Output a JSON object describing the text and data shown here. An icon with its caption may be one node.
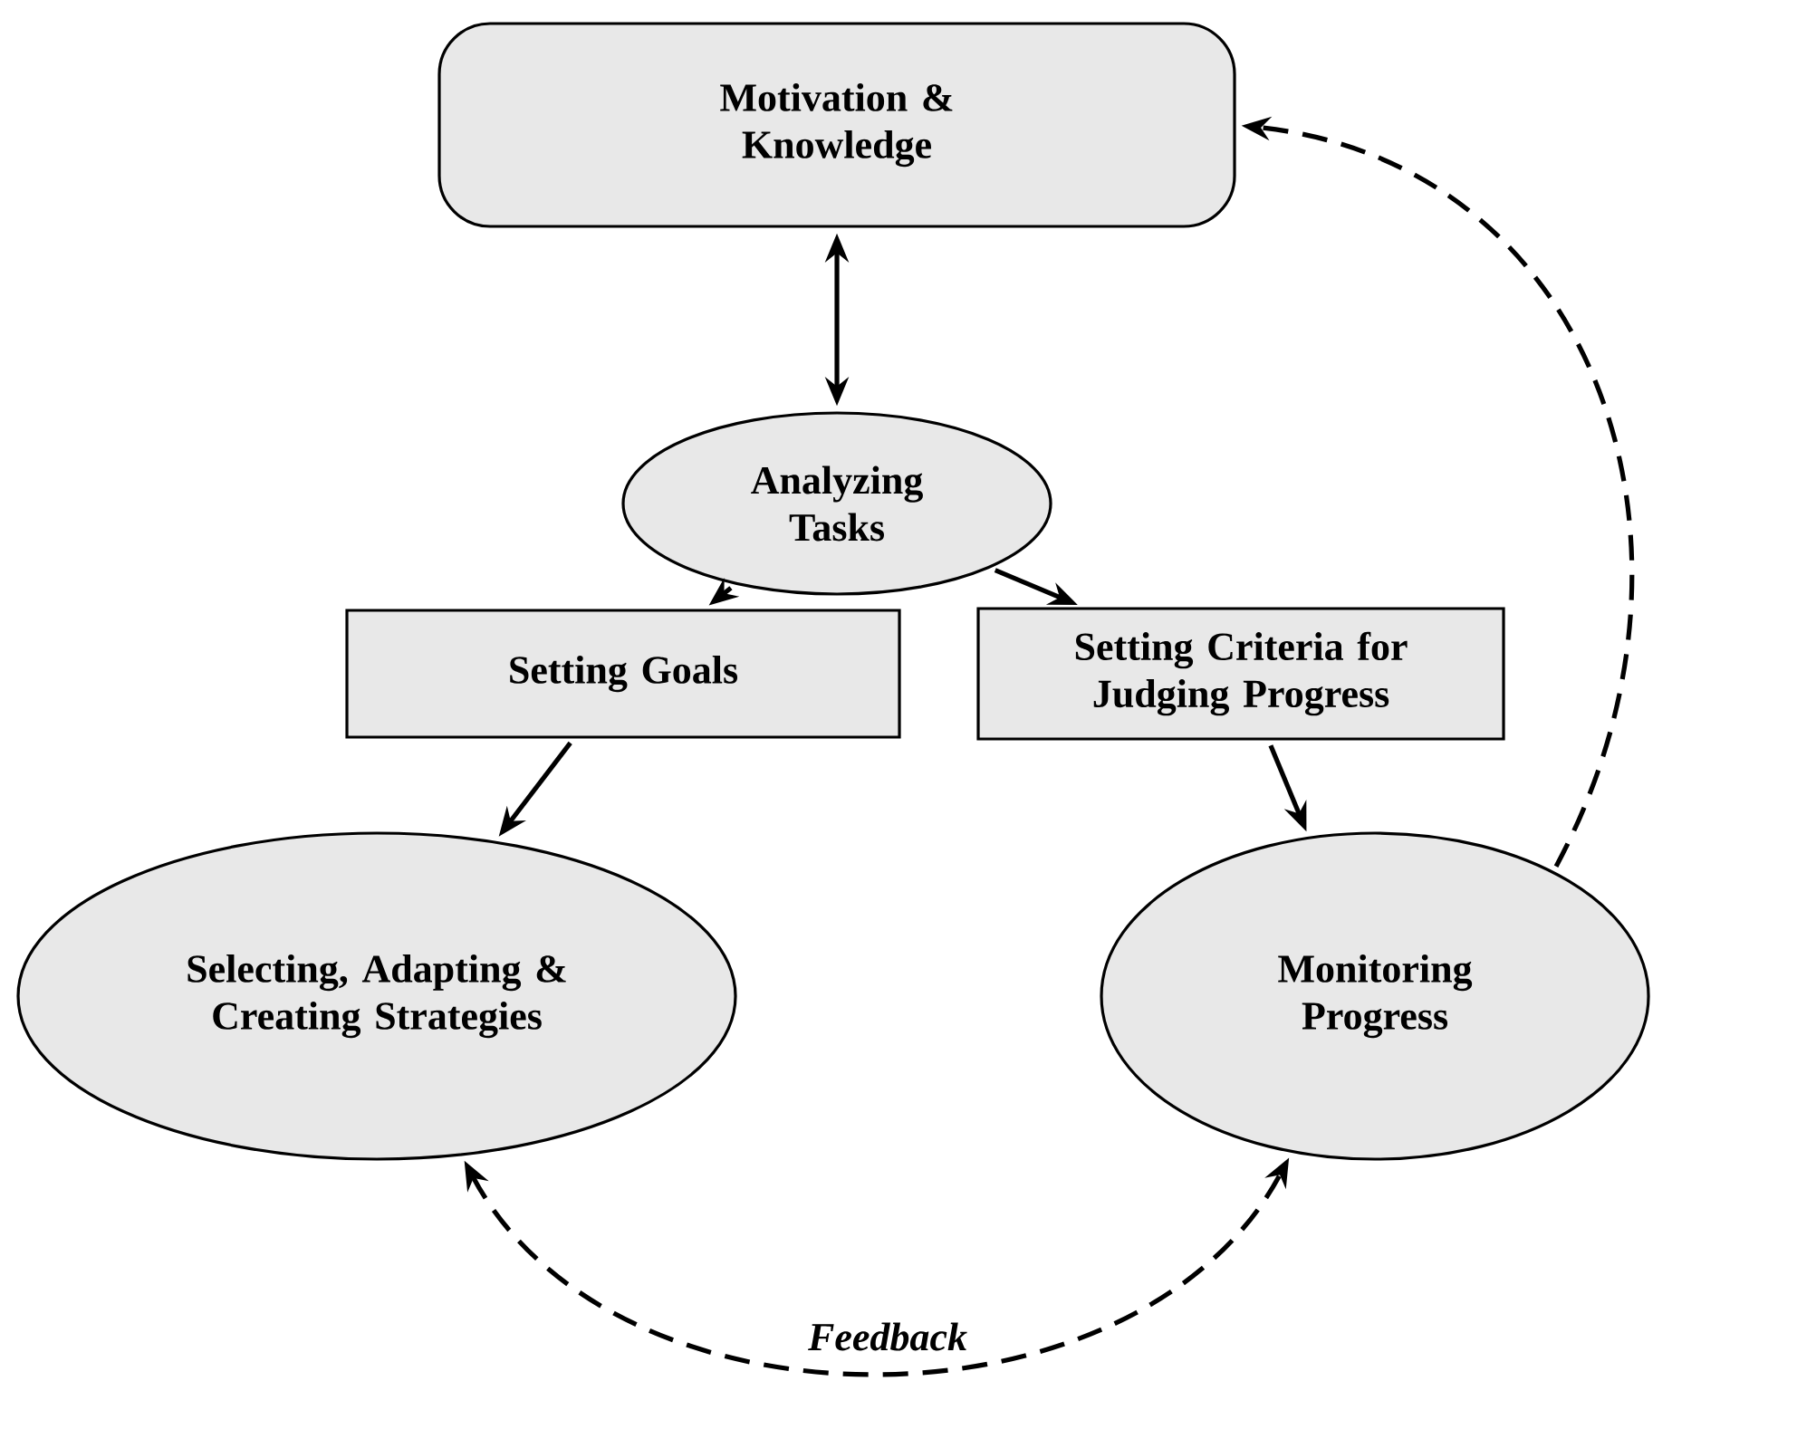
{
  "diagram": {
    "nodes": [
      {
        "text": [
          "Motivation & Knowledge"
        ]
      },
      {
        "text": [
          "Analyzing Tasks"
        ]
      },
      {
        "text": [
          "Setting Goals"
        ]
      },
      {
        "text": [
          "Setting Criteria for Judging Progress"
        ]
      },
      {
        "text": [
          "Selecting, Adapting & Creating Strategies"
        ]
      },
      {
        "text": [
          "Monitoring Progress"
        ]
      }
    ],
    "edges": [
      {
        "from": 0,
        "to": 1,
        "arrow": "both"
      },
      {
        "from": 1,
        "to": 2,
        "arrow": "to"
      },
      {
        "from": 1,
        "to": 3,
        "arrow": "to"
      },
      {
        "from": 2,
        "to": 4,
        "arrow": "to"
      },
      {
        "from": 3,
        "to": 5,
        "arrow": "to"
      },
      {
        "from": 5,
        "to": 0,
        "arrow": "to",
        "style": "dashed"
      },
      {
        "from": 4,
        "to": 5,
        "arrow": "both",
        "style": "dashed",
        "label": "Feedback"
      }
    ]
  }
}
